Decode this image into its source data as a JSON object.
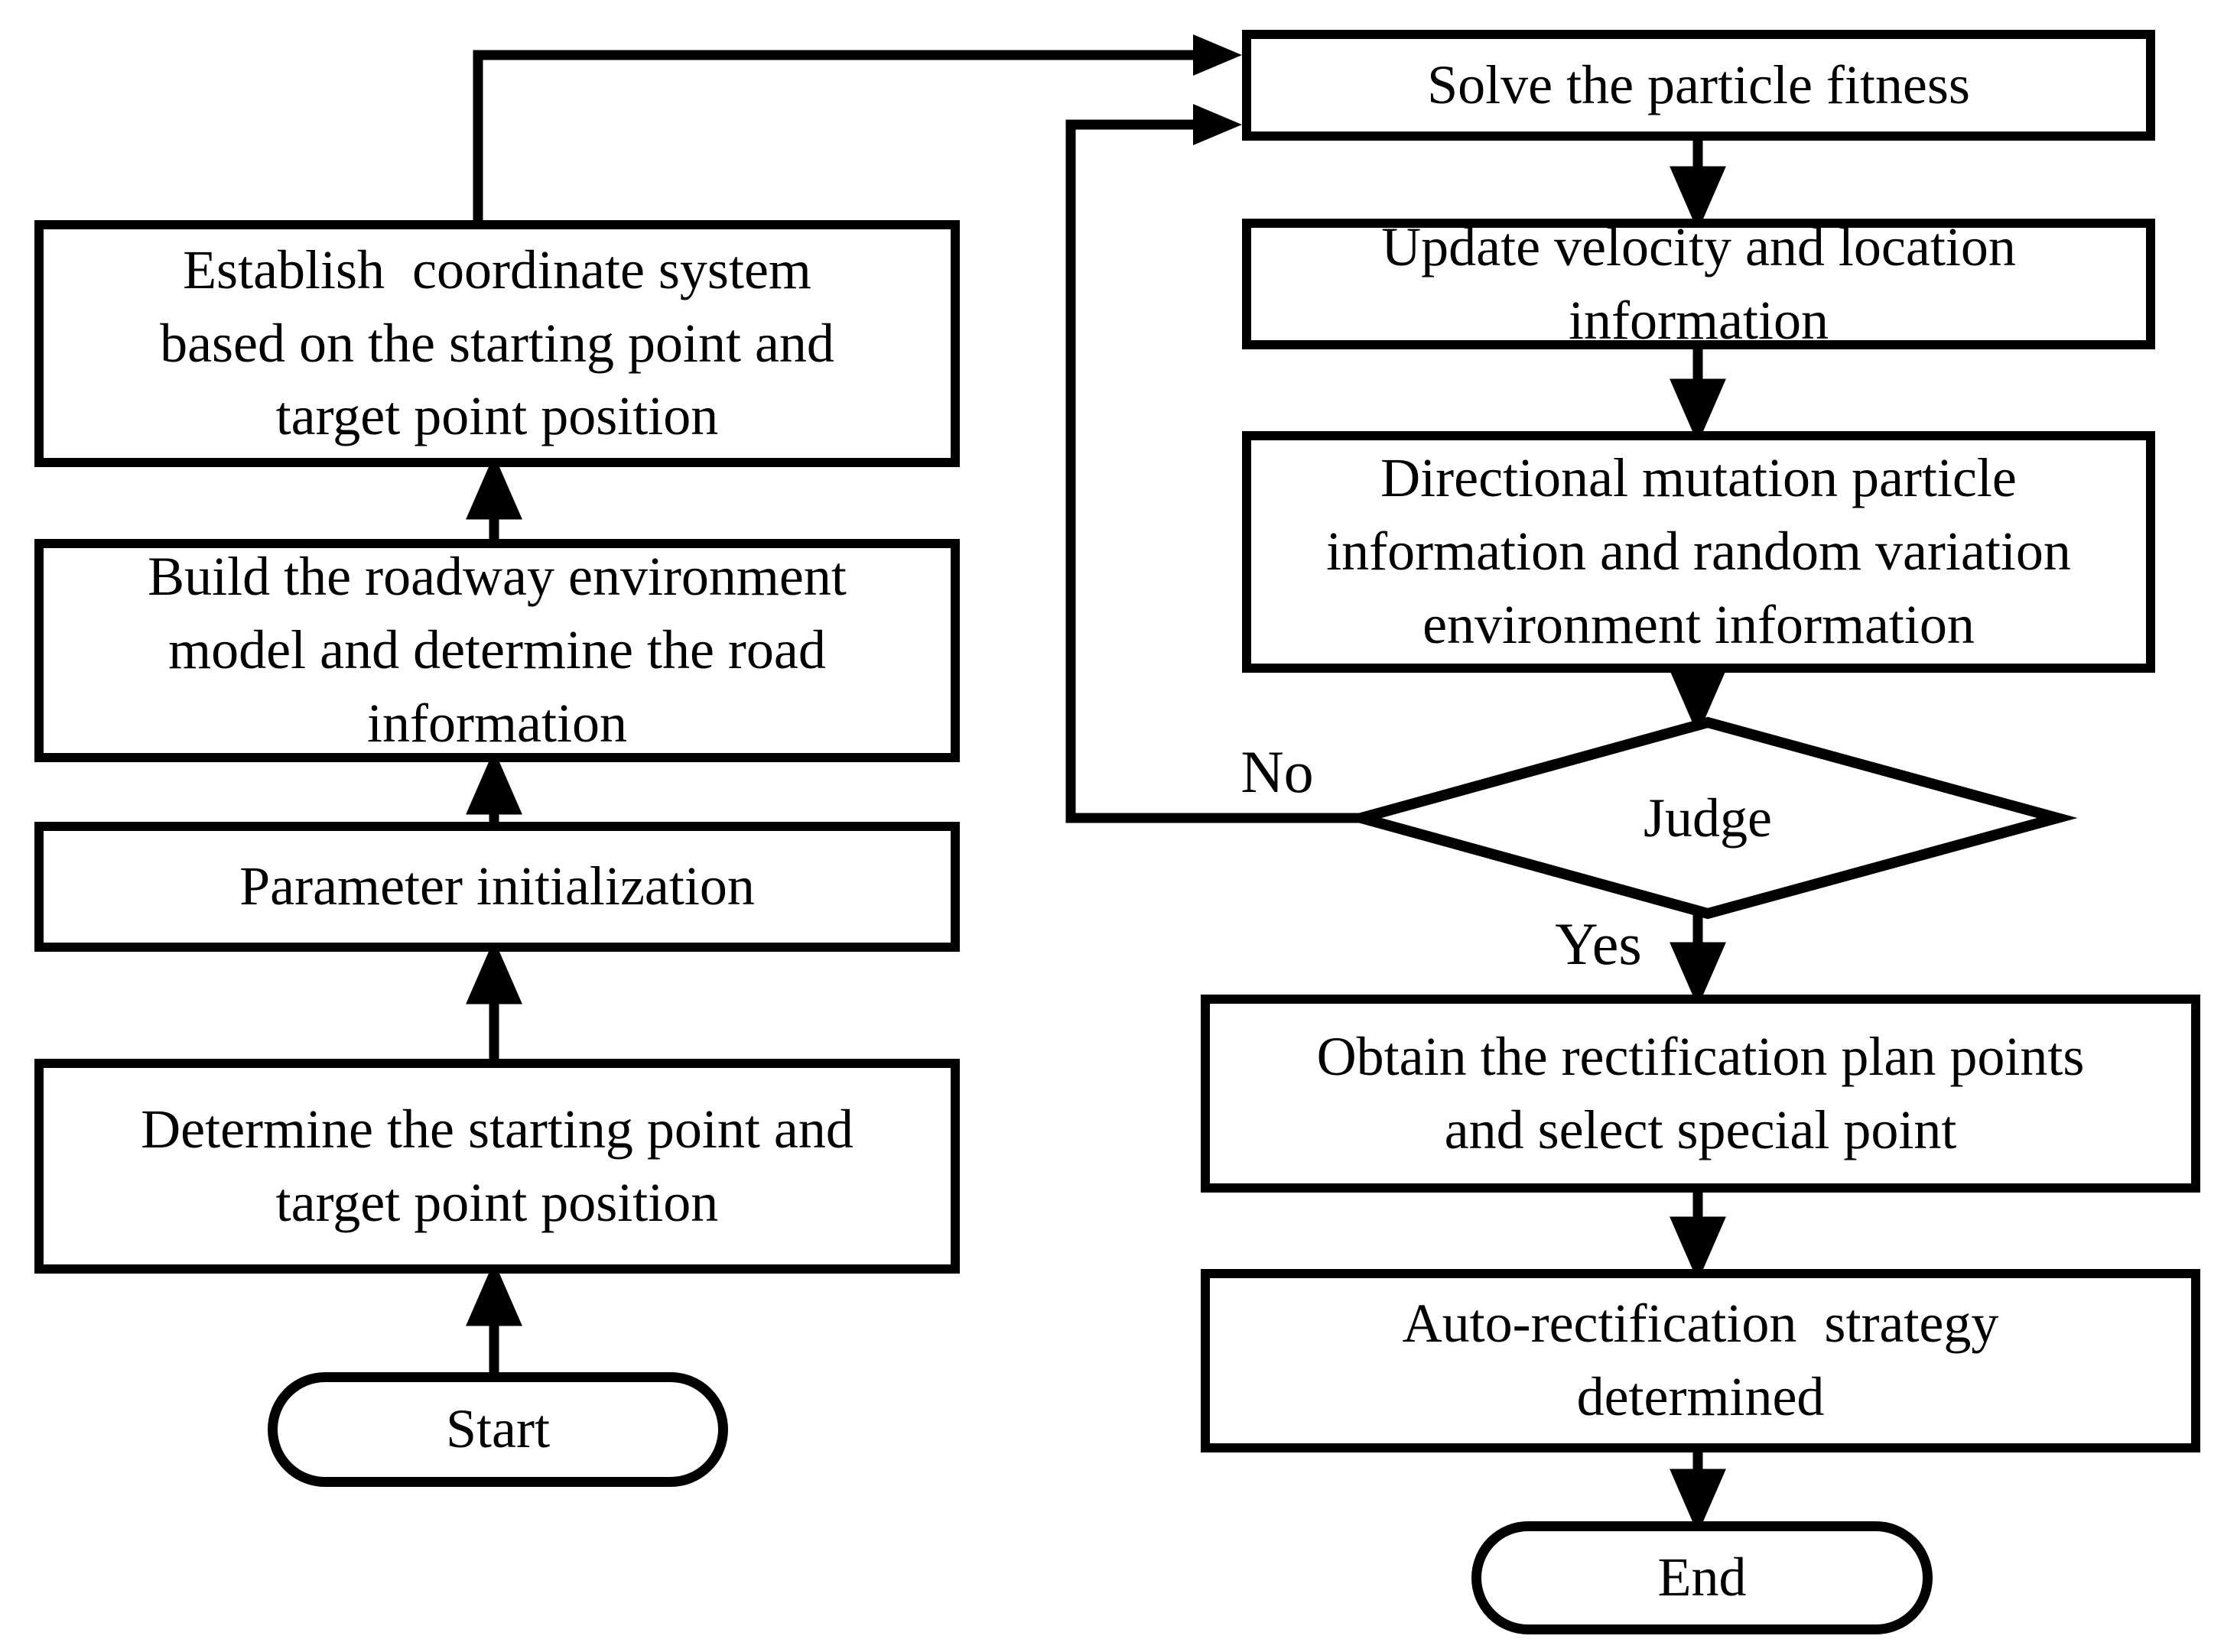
{
  "diagram": {
    "background": "#ffffff",
    "stroke_color": "#000000",
    "nodes": {
      "start": {
        "label": "Start",
        "type": "terminator"
      },
      "determine_points": {
        "label": "Determine the starting point and\ntarget point position",
        "type": "process"
      },
      "parameter_init": {
        "label": "Parameter initialization",
        "type": "process"
      },
      "build_roadway": {
        "label": "Build the roadway environment\nmodel and determine the road\ninformation",
        "type": "process"
      },
      "establish_coordinate": {
        "label": "Establish  coordinate system\nbased on the starting point and\ntarget point position",
        "type": "process"
      },
      "solve_fitness": {
        "label": "Solve the particle fitness",
        "type": "process"
      },
      "update_velocity": {
        "label": "Update velocity and location\ninformation",
        "type": "process"
      },
      "directional_mutation": {
        "label": "Directional mutation particle\ninformation and random variation\nenvironment information",
        "type": "process"
      },
      "judge": {
        "label": "Judge",
        "type": "decision"
      },
      "obtain_points": {
        "label": "Obtain the rectification plan points\nand select special point",
        "type": "process"
      },
      "auto_rectification": {
        "label": "Auto-rectification  strategy\ndetermined",
        "type": "process"
      },
      "end": {
        "label": "End",
        "type": "terminator"
      }
    },
    "branch_labels": {
      "no": "No",
      "yes": "Yes"
    },
    "edges": [
      {
        "from": "start",
        "to": "determine_points"
      },
      {
        "from": "determine_points",
        "to": "parameter_init"
      },
      {
        "from": "parameter_init",
        "to": "build_roadway"
      },
      {
        "from": "build_roadway",
        "to": "establish_coordinate"
      },
      {
        "from": "establish_coordinate",
        "to": "solve_fitness"
      },
      {
        "from": "solve_fitness",
        "to": "update_velocity"
      },
      {
        "from": "update_velocity",
        "to": "directional_mutation"
      },
      {
        "from": "directional_mutation",
        "to": "judge"
      },
      {
        "from": "judge",
        "to": "obtain_points",
        "label": "Yes"
      },
      {
        "from": "judge",
        "to": "solve_fitness",
        "label": "No"
      },
      {
        "from": "obtain_points",
        "to": "auto_rectification"
      },
      {
        "from": "auto_rectification",
        "to": "end"
      }
    ]
  }
}
